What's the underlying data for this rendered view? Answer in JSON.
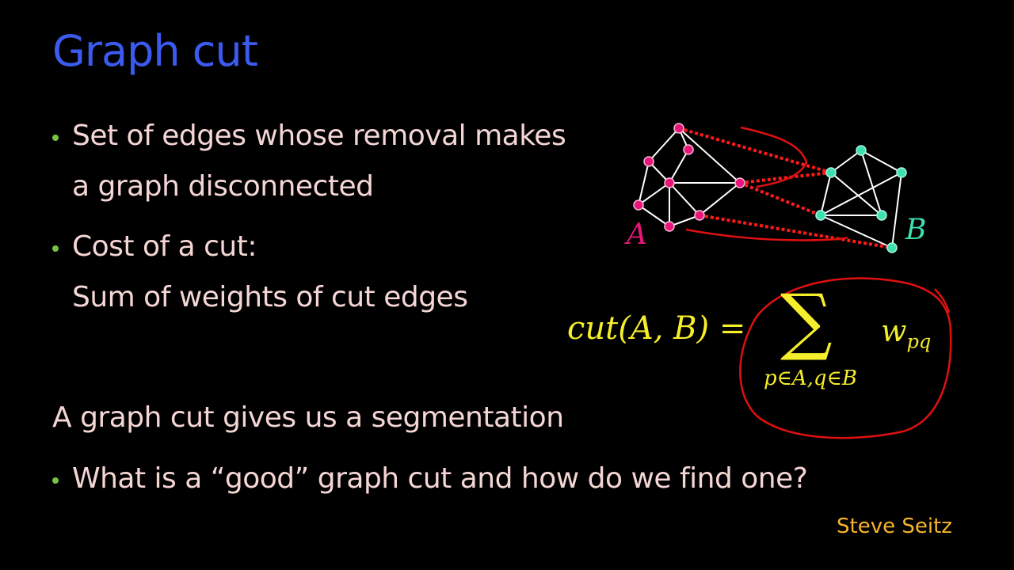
{
  "slide": {
    "title": "Graph cut",
    "bullets": [
      {
        "lines": [
          "Set of edges whose removal makes",
          "a graph disconnected"
        ]
      },
      {
        "lines": [
          "Cost of a cut:",
          "Sum of weights of cut edges"
        ]
      }
    ],
    "statement": "A graph cut gives us a segmentation",
    "sub_bullet": "What is a “good” graph cut and how do we find one?",
    "author": "Steve Seitz"
  },
  "formula": {
    "lhs": "cut(A, B) =",
    "operator": "∑",
    "subscript": "p∈A,q∈B",
    "term": "w",
    "term_subscript": "pq"
  },
  "diagram": {
    "set_a_label": "A",
    "set_b_label": "B",
    "colors": {
      "set_a": "#e8157a",
      "set_b": "#3fe0b0",
      "edges": "#ffffff",
      "cut_edges": "#ff1a1a",
      "annotation": "#e01010",
      "title": "#3b5bf0",
      "text": "#f4d6d4",
      "formula": "#f5ee2a",
      "bullet": "#76c442",
      "author": "#f7b52a"
    }
  }
}
